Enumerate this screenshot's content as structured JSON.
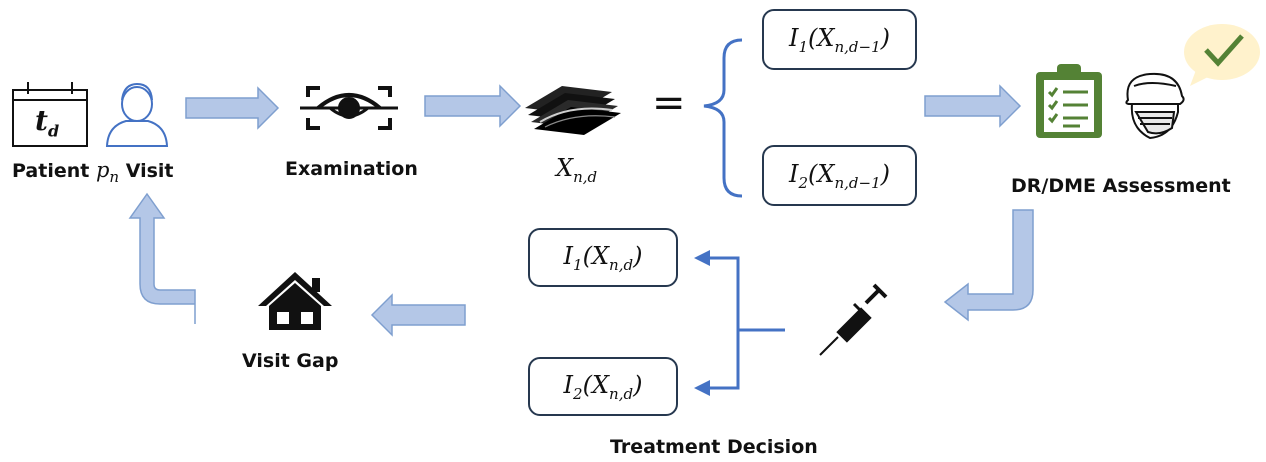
{
  "nodes": {
    "visit_label_a": "Patient",
    "visit_label_var": "p",
    "visit_label_var_sub": "n",
    "visit_label_b": "Visit",
    "calendar_text": "t",
    "calendar_text_sub": "d",
    "examination_label": "Examination",
    "scan_label": "X",
    "scan_label_sub": "n,d",
    "equals": "=",
    "assessment_label": "DR/DME Assessment",
    "treatment_label": "Treatment Decision",
    "gap_label": "Visit Gap"
  },
  "boxes": {
    "prev_i1": {
      "fn": "I",
      "fn_sub": "1",
      "arg": "X",
      "arg_sub": "n,d−1"
    },
    "prev_i2": {
      "fn": "I",
      "fn_sub": "2",
      "arg": "X",
      "arg_sub": "n,d−1"
    },
    "cur_i1": {
      "fn": "I",
      "fn_sub": "1",
      "arg": "X",
      "arg_sub": "n,d"
    },
    "cur_i2": {
      "fn": "I",
      "fn_sub": "2",
      "arg": "X",
      "arg_sub": "n,d"
    }
  },
  "colors": {
    "arrow_fill": "#b4c7e7",
    "arrow_stroke": "#7f9fcf",
    "bracket": "#4472c4",
    "box_border": "#26384f",
    "clipboard": "#548235",
    "check": "#548235",
    "bubble": "#fff2cc"
  },
  "icons": [
    "calendar-icon",
    "patient-icon",
    "eye-scan-icon",
    "oct-stack-icon",
    "clipboard-icon",
    "doctor-icon",
    "checkmark-bubble-icon",
    "syringe-icon",
    "house-icon"
  ]
}
